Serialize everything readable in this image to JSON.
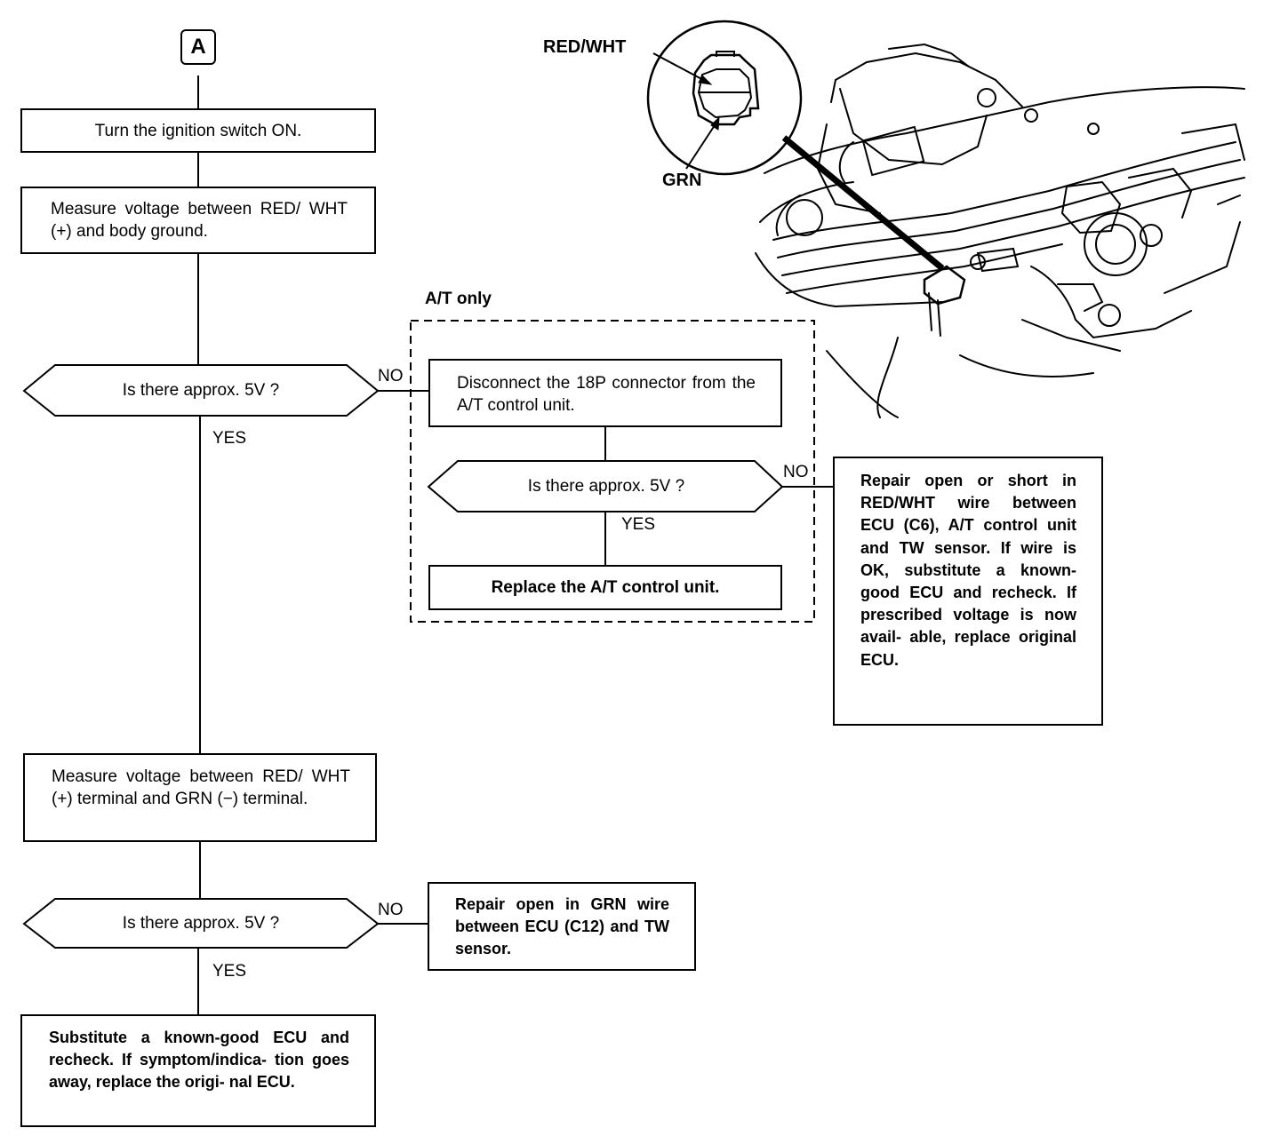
{
  "connector": "A",
  "steps": {
    "s1": "Turn the ignition switch ON.",
    "s2": "Measure voltage between RED/ WHT (+) and body ground.",
    "d1": "Is there approx. 5V ?",
    "at_only": "A/T only",
    "at1": "Disconnect the 18P connector from the A/T control unit.",
    "at_d": "Is there approx. 5V ?",
    "at_replace": "Replace the A/T control unit.",
    "repair1": "Repair open or short in RED/WHT wire between ECU (C6), A/T control unit and TW sensor. If wire is OK, substitute a known-good ECU and recheck. If prescribed voltage is now avail- able, replace original ECU.",
    "s3": "Measure voltage between RED/ WHT (+) terminal and GRN (−) terminal.",
    "d2": "Is there approx. 5V ?",
    "repair2": "Repair open in GRN wire between ECU (C12) and TW sensor.",
    "final": "Substitute a known-good ECU and recheck. If symptom/indica- tion goes away, replace the origi- nal ECU."
  },
  "labels": {
    "no": "NO",
    "yes": "YES"
  },
  "illustration": {
    "wire1": "RED/WHT",
    "wire2": "GRN"
  }
}
